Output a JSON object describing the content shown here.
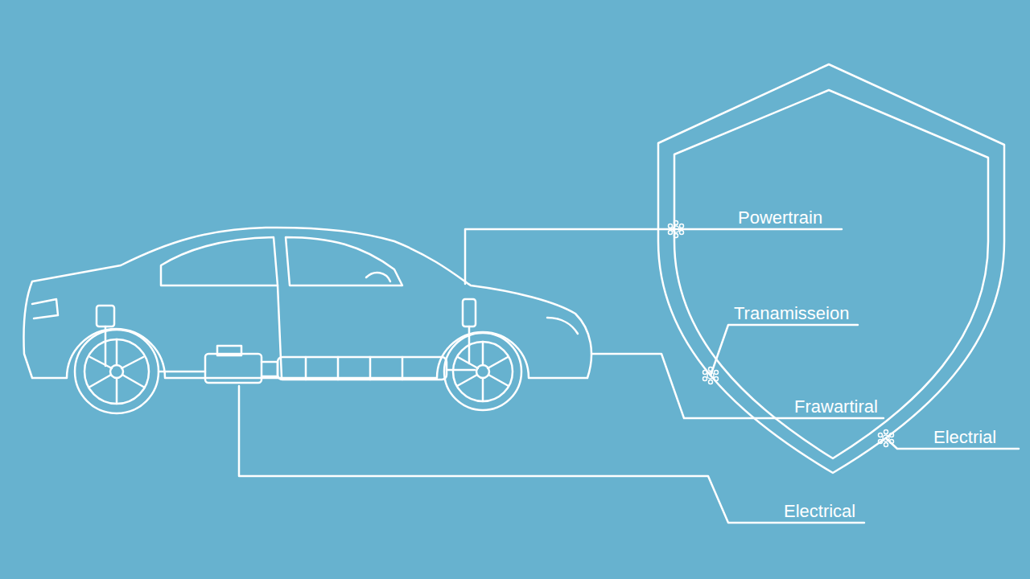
{
  "diagram": {
    "labels": [
      "Powertrain",
      "Tranamisseion",
      "Frawartiral",
      "Electrial",
      "Electrical"
    ]
  }
}
